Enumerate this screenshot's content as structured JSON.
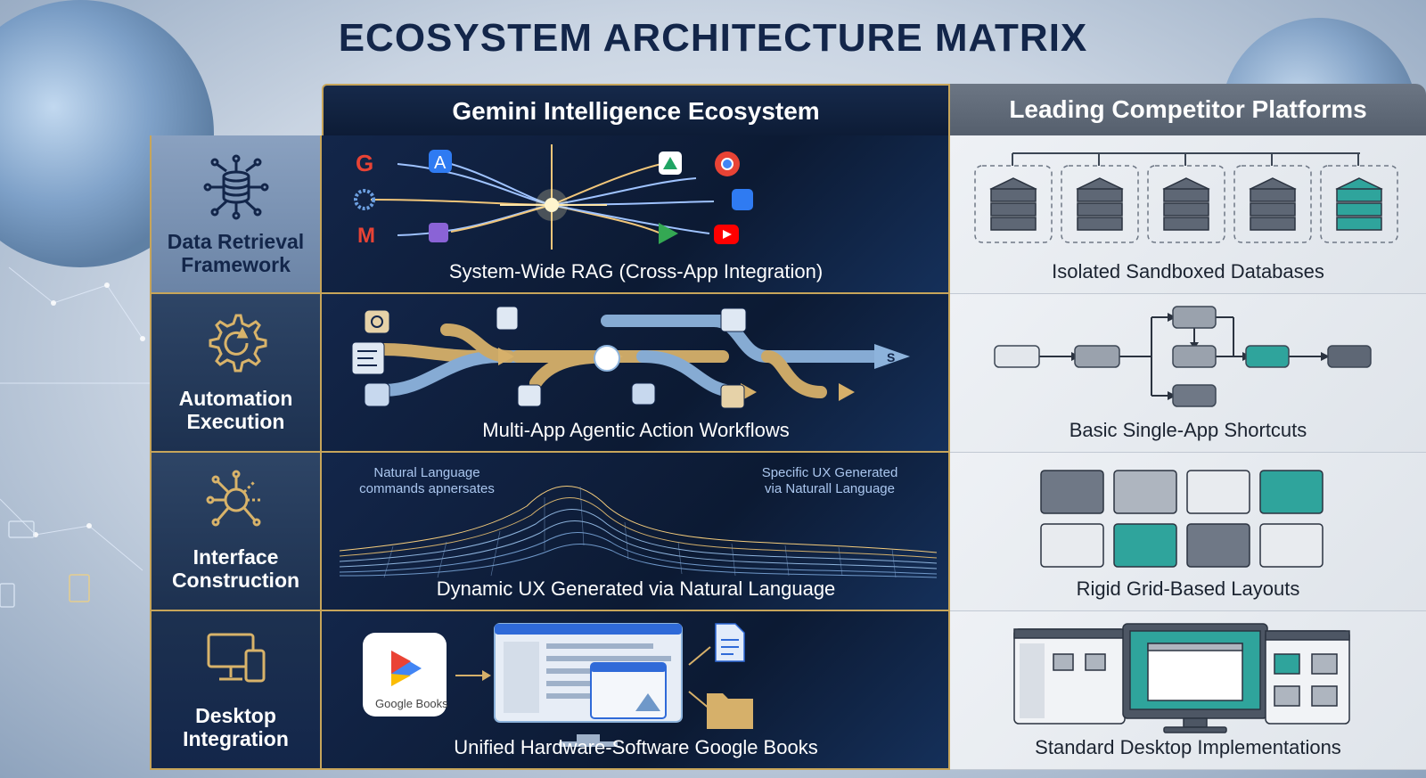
{
  "title": "ECOSYSTEM ARCHITECTURE MATRIX",
  "columns": {
    "gemini": "Gemini Intelligence Ecosystem",
    "competitor": "Leading Competitor Platforms"
  },
  "rows": [
    {
      "label_line1": "Data Retrieval",
      "label_line2": "Framework",
      "icon": "database-network-icon",
      "gemini": "System-Wide RAG (Cross-App Integration)",
      "competitor": "Isolated Sandboxed Databases"
    },
    {
      "label_line1": "Automation",
      "label_line2": "Execution",
      "icon": "gear-icon",
      "gemini": "Multi-App Agentic Action Workflows",
      "competitor": "Basic Single-App Shortcuts"
    },
    {
      "label_line1": "Interface",
      "label_line2": "Construction",
      "icon": "node-network-icon",
      "gemini": "Dynamic UX Generated via Natural Language",
      "competitor": "Rigid Grid-Based Layouts",
      "overlay_left_line1": "Natural Language",
      "overlay_left_line2": "commands apnersates",
      "overlay_right_line1": "Specific UX Generated",
      "overlay_right_line2": "via Naturall Language"
    },
    {
      "label_line1": "Desktop",
      "label_line2": "Integration",
      "icon": "desktop-tablet-icon",
      "gemini": "Unified Hardware-Software Google Books",
      "competitor": "Standard Desktop Implementations",
      "app_label": "Google Books"
    }
  ],
  "colors": {
    "navy": "#13264a",
    "gold": "#c7a55a",
    "teal": "#2fa49c",
    "slate": "#6c7684"
  }
}
